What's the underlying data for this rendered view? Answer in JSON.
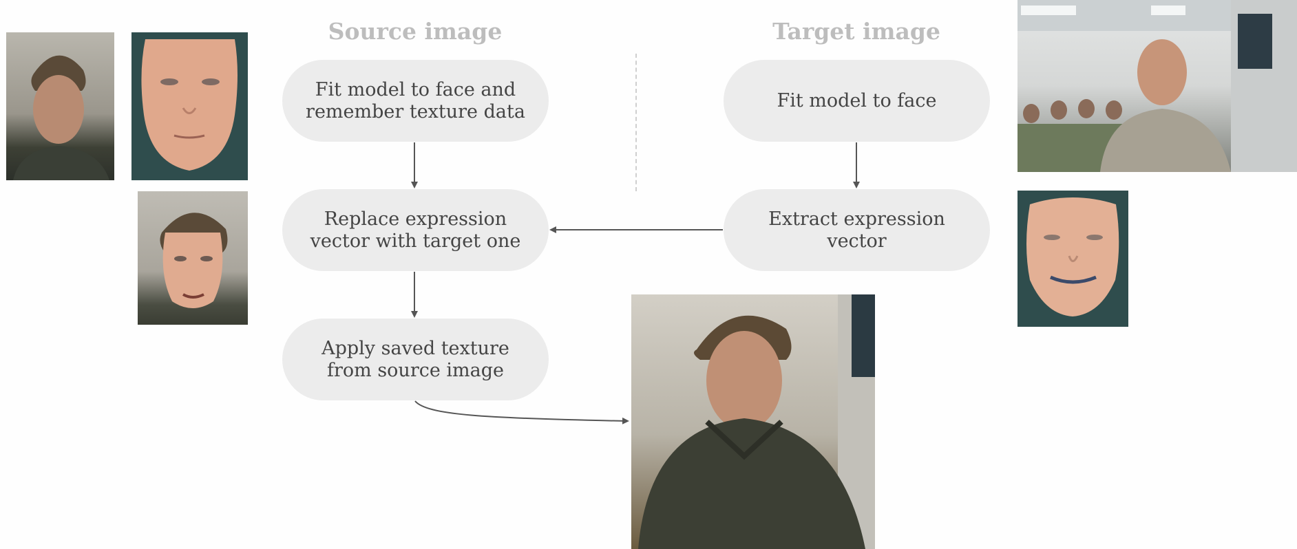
{
  "headings": {
    "source": "Source image",
    "target": "Target image"
  },
  "nodes": {
    "fit_source": "Fit model to face and\nremember texture data",
    "replace_expression": "Replace expression\nvector with target one",
    "apply_texture": "Apply saved texture\nfrom source image",
    "fit_target": "Fit model to face",
    "extract_expression": "Extract expression\nvector"
  },
  "colors": {
    "node_fill": "#ececec",
    "heading_text": "#bdbdbd",
    "node_text": "#444444",
    "arrow": "#555555",
    "face_render_background": "#2f4d4d"
  }
}
